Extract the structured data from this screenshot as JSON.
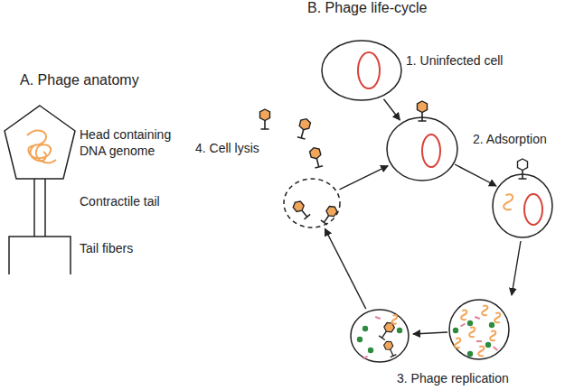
{
  "diagram": {
    "nodes": [
      {
        "text": [
          "1. Uninfected cell"
        ]
      },
      {
        "text": [
          "2. Adsorption"
        ]
      },
      {
        "text": [
          "3. Phage replication"
        ]
      },
      {
        "text": [
          "4. Cell lysis"
        ]
      }
    ],
    "edges": [
      {
        "from": 0,
        "to": 1,
        "arrow": "to"
      },
      {
        "from": 2,
        "to": 3,
        "arrow": "to"
      },
      {
        "from": 3,
        "to": 1,
        "arrow": "to"
      }
    ],
    "labels": [
      "A. Phage anatomy",
      "Head containing DNA genome",
      "Contractile tail",
      "Tail fibers",
      "B. Phage life-cycle"
    ]
  }
}
